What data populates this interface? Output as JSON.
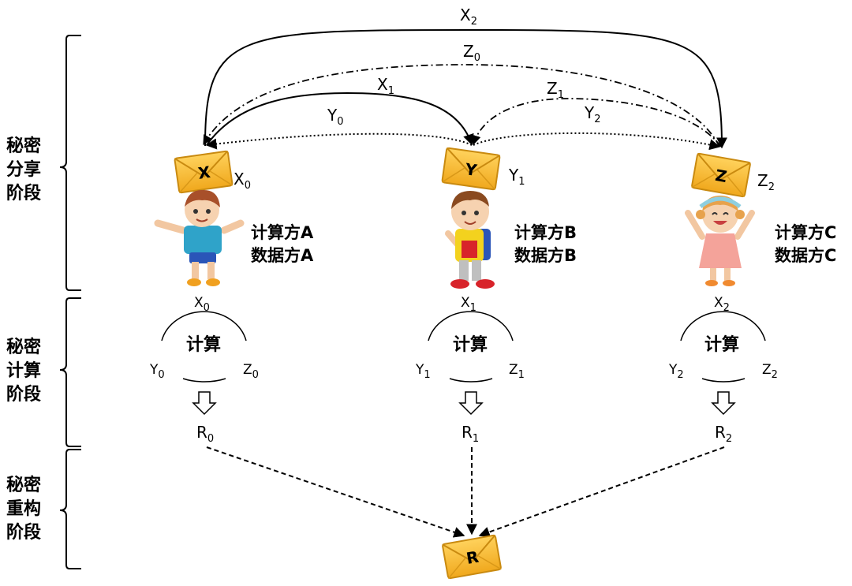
{
  "phases": [
    {
      "lines": [
        "秘密",
        "分享",
        "阶段"
      ]
    },
    {
      "lines": [
        "秘密",
        "计算",
        "阶段"
      ]
    },
    {
      "lines": [
        "秘密",
        "重构",
        "阶段"
      ]
    }
  ],
  "arcs": {
    "x2": {
      "base": "X",
      "sub": "2"
    },
    "z0": {
      "base": "Z",
      "sub": "0"
    },
    "x1": {
      "base": "X",
      "sub": "1"
    },
    "y0": {
      "base": "Y",
      "sub": "0"
    },
    "z1": {
      "base": "Z",
      "sub": "1"
    },
    "y2": {
      "base": "Y",
      "sub": "2"
    }
  },
  "parties": [
    {
      "envelope": "X",
      "keep": {
        "base": "X",
        "sub": "0"
      },
      "role1": "计算方A",
      "role2": "数据方A",
      "top": {
        "base": "X",
        "sub": "0"
      },
      "left": {
        "base": "Y",
        "sub": "0"
      },
      "right": {
        "base": "Z",
        "sub": "0"
      },
      "compute": "计算",
      "result": {
        "base": "R",
        "sub": "0"
      }
    },
    {
      "envelope": "Y",
      "keep": {
        "base": "Y",
        "sub": "1"
      },
      "role1": "计算方B",
      "role2": "数据方B",
      "top": {
        "base": "X",
        "sub": "1"
      },
      "left": {
        "base": "Y",
        "sub": "1"
      },
      "right": {
        "base": "Z",
        "sub": "1"
      },
      "compute": "计算",
      "result": {
        "base": "R",
        "sub": "1"
      }
    },
    {
      "envelope": "Z",
      "keep": {
        "base": "Z",
        "sub": "2"
      },
      "role1": "计算方C",
      "role2": "数据方C",
      "top": {
        "base": "X",
        "sub": "2"
      },
      "left": {
        "base": "Y",
        "sub": "2"
      },
      "right": {
        "base": "Z",
        "sub": "2"
      },
      "compute": "计算",
      "result": {
        "base": "R",
        "sub": "2"
      }
    }
  ],
  "final": {
    "envelope": "R"
  },
  "colors": {
    "envelope": "#f5b82e",
    "envelope_edge": "#c98a10",
    "shirt_a": "#2fa3c9",
    "shirt_b": "#f3d21e",
    "dress_c": "#f4a39a"
  }
}
